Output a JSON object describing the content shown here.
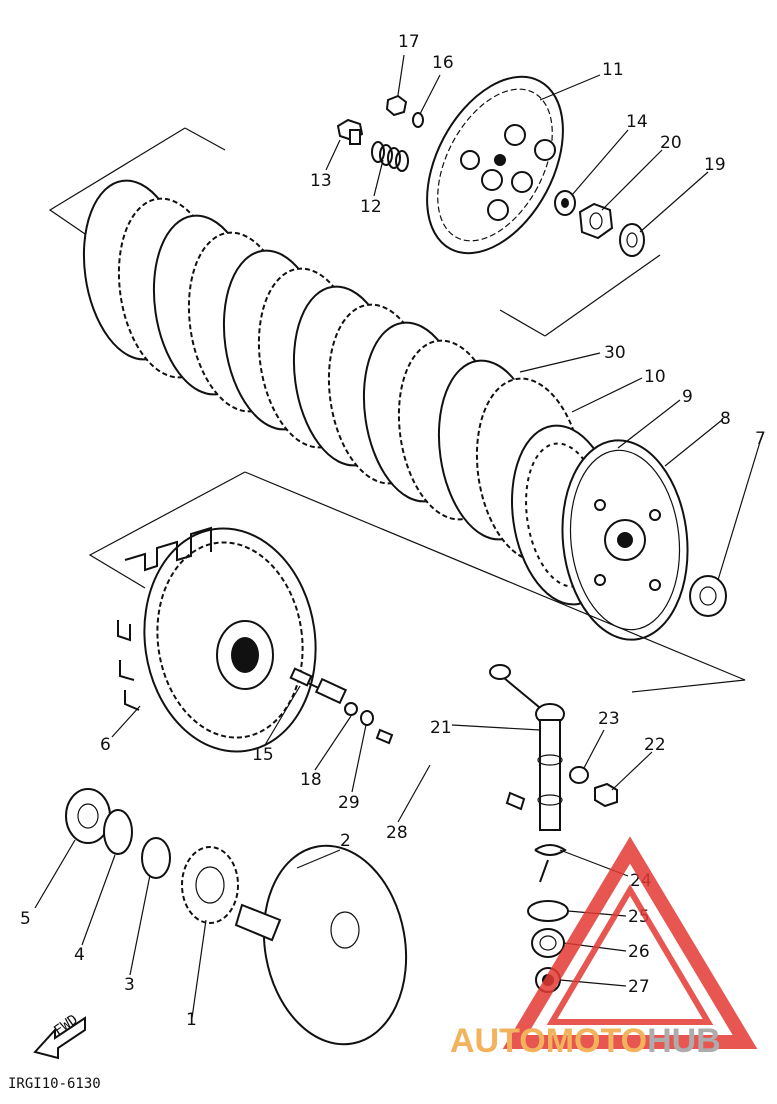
{
  "diagram": {
    "part_code": "IRGI10-6130",
    "direction_label": "FWD",
    "callouts": [
      "17",
      "16",
      "11",
      "14",
      "20",
      "19",
      "13",
      "12",
      "30",
      "10",
      "9",
      "8",
      "7",
      "6",
      "15",
      "21",
      "23",
      "22",
      "18",
      "29",
      "28",
      "2",
      "5",
      "4",
      "3",
      "1",
      "24",
      "25",
      "26",
      "27"
    ]
  },
  "watermark": {
    "part1": "AUTOMOTO",
    "part2": "HUB",
    "colors": {
      "triangle": "#e53935",
      "text1": "#f2a641",
      "text2": "#9e9e9e"
    }
  }
}
